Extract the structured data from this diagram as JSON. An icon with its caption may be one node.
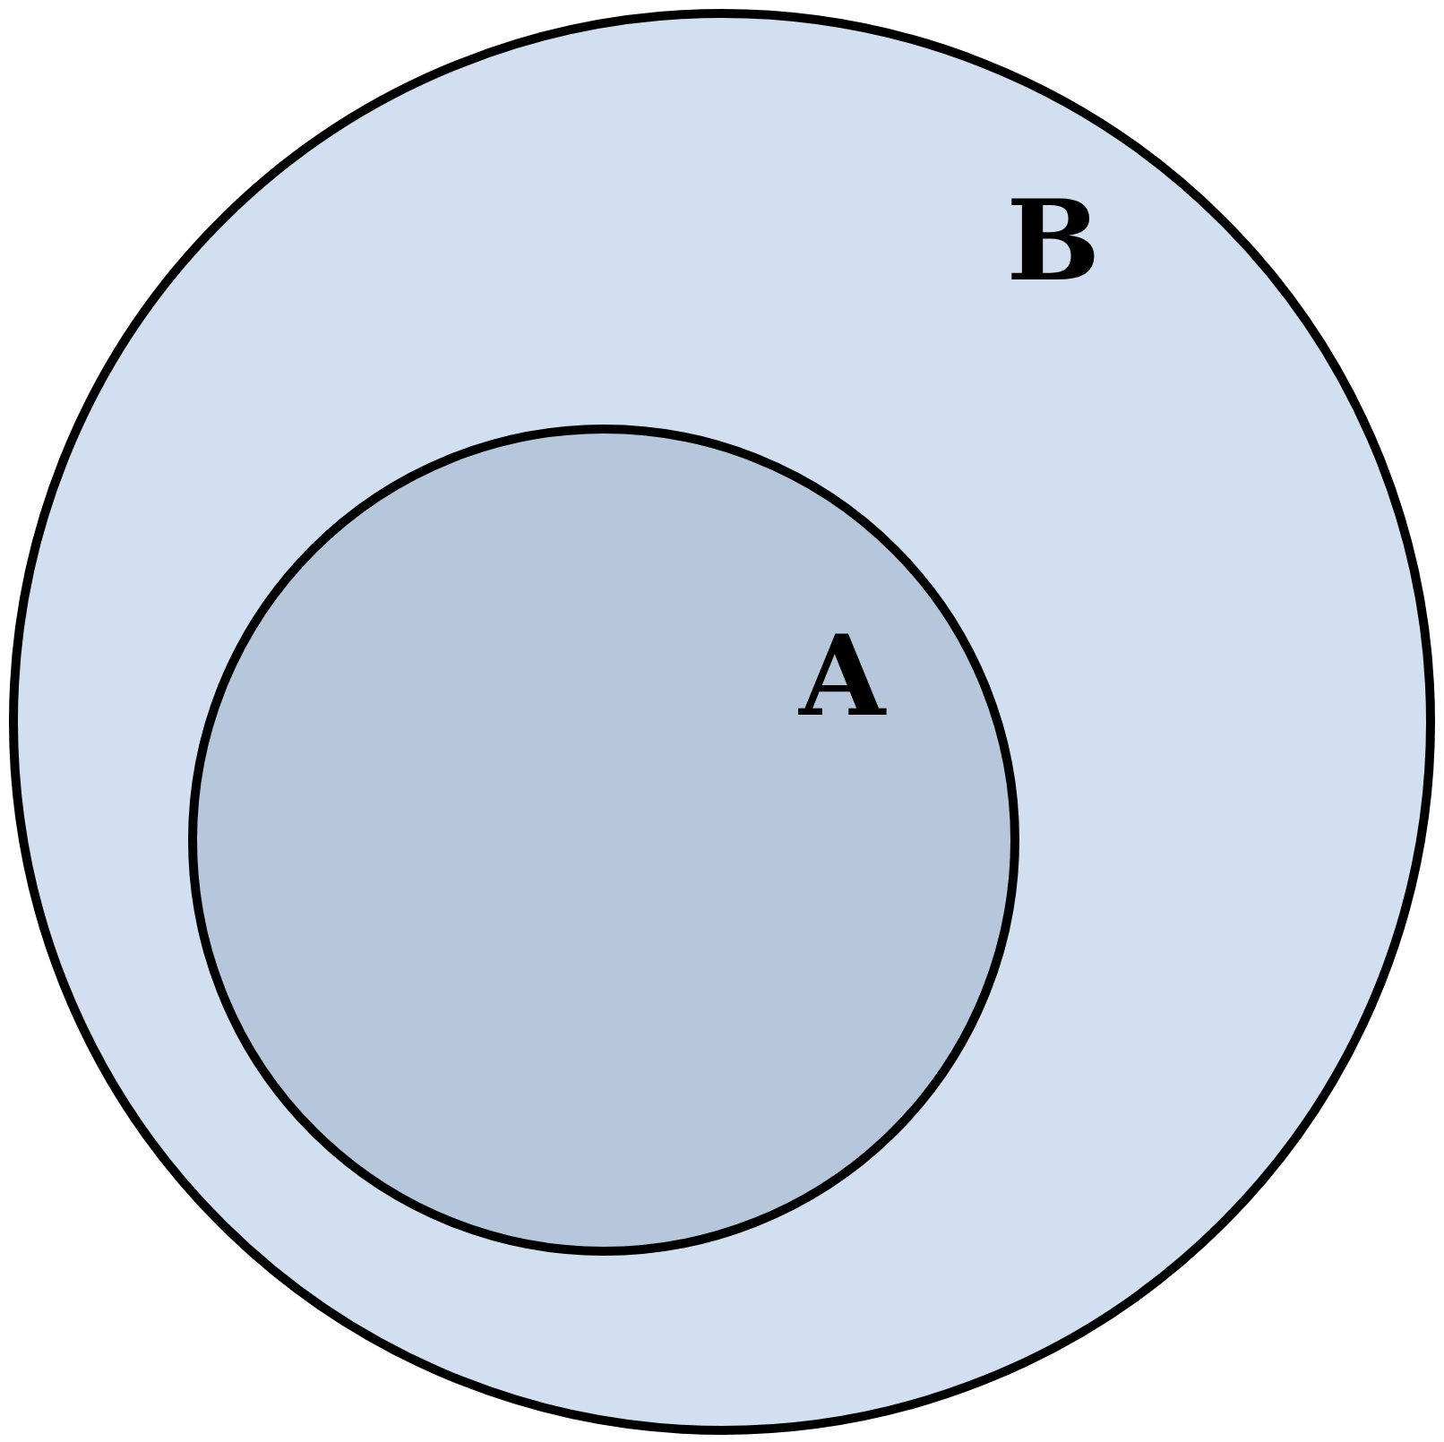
{
  "diagram": {
    "nodes": [
      {
        "text": [
          "B"
        ]
      },
      {
        "text": [
          "A"
        ],
        "in": 0
      }
    ]
  }
}
